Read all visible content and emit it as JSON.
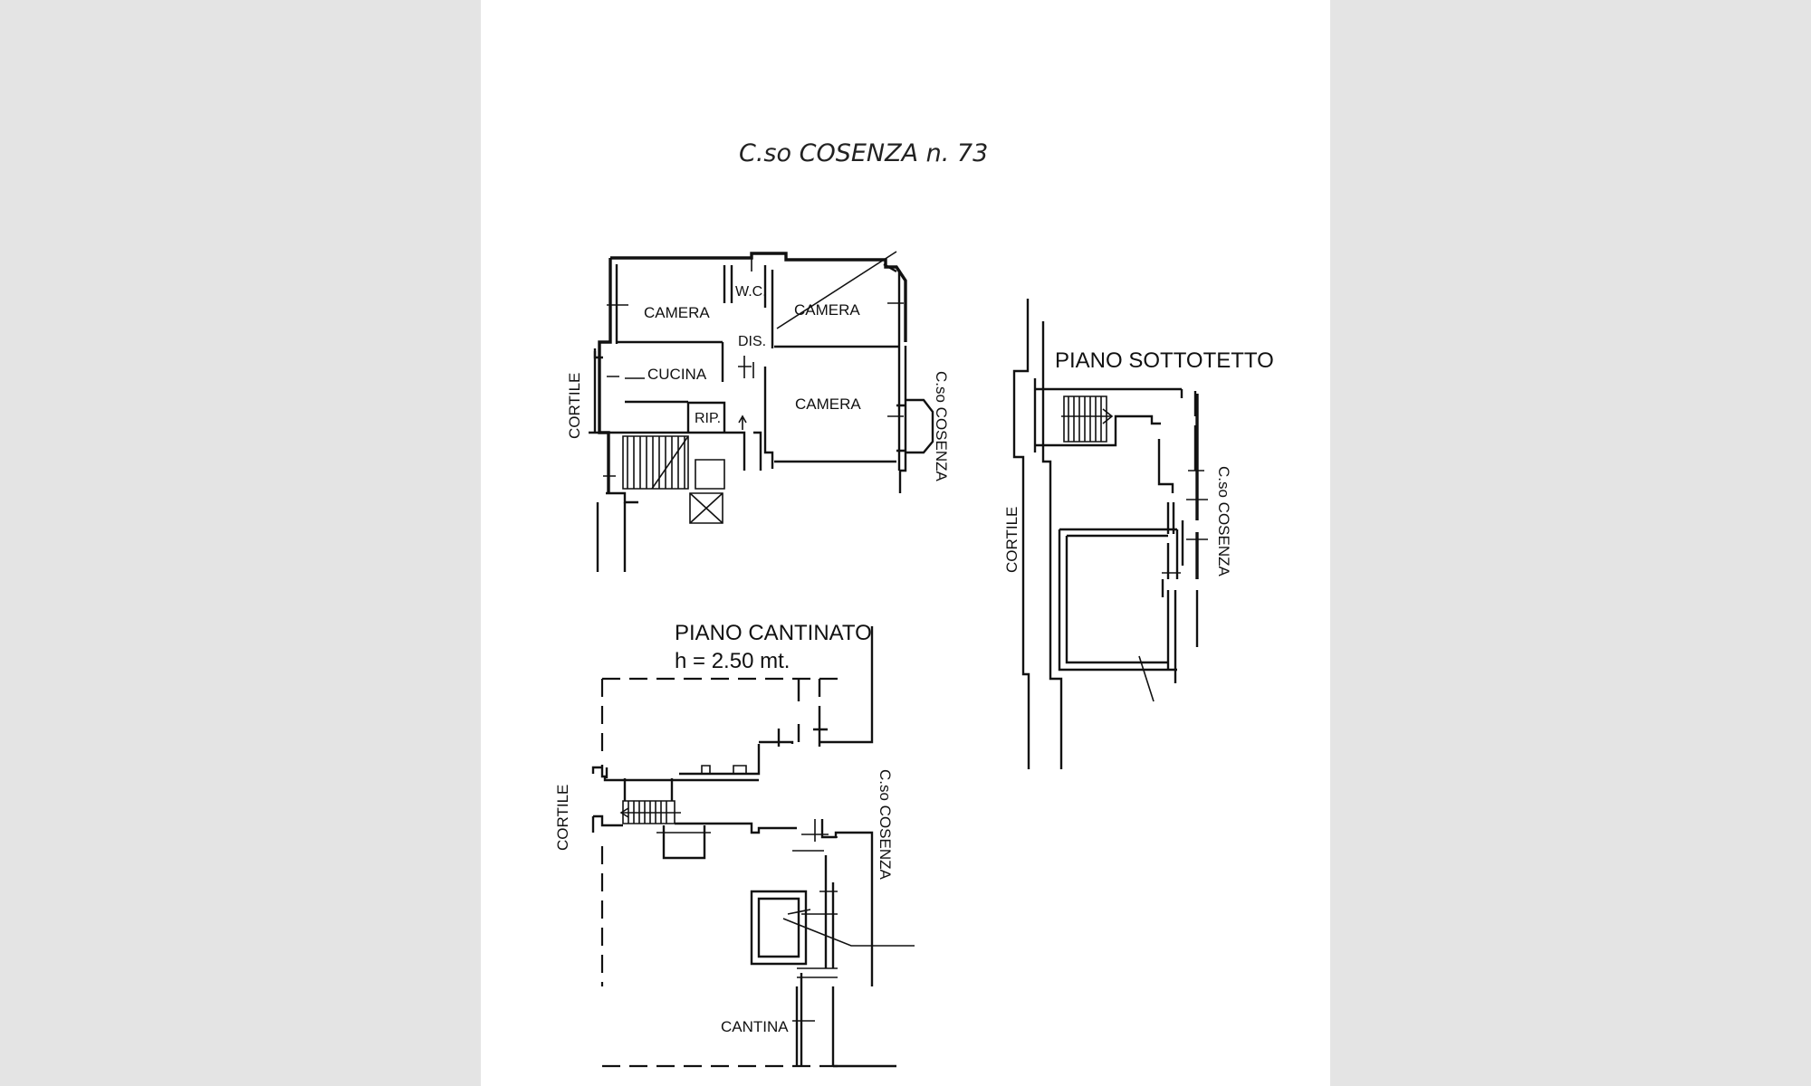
{
  "header": {
    "address": "C.so COSENZA n. 73"
  },
  "apartment_plan": {
    "rooms": {
      "camera_1": "CAMERA",
      "wc": "W.C.",
      "camera_2": "CAMERA",
      "dis": "DIS.",
      "cucina": "CUCINA",
      "camera_3": "CAMERA",
      "rip": "RIP."
    },
    "courtyard": "CORTILE",
    "street": "C.so COSENZA"
  },
  "attic_plan": {
    "title": "PIANO SOTTOTETTO",
    "courtyard": "CORTILE",
    "street": "C.so COSENZA"
  },
  "cellar_plan": {
    "title": "PIANO CANTINATO",
    "height": "h = 2.50 mt.",
    "courtyard": "CORTILE",
    "street": "C.so COSENZA",
    "cellar_label": "CANTINA"
  }
}
